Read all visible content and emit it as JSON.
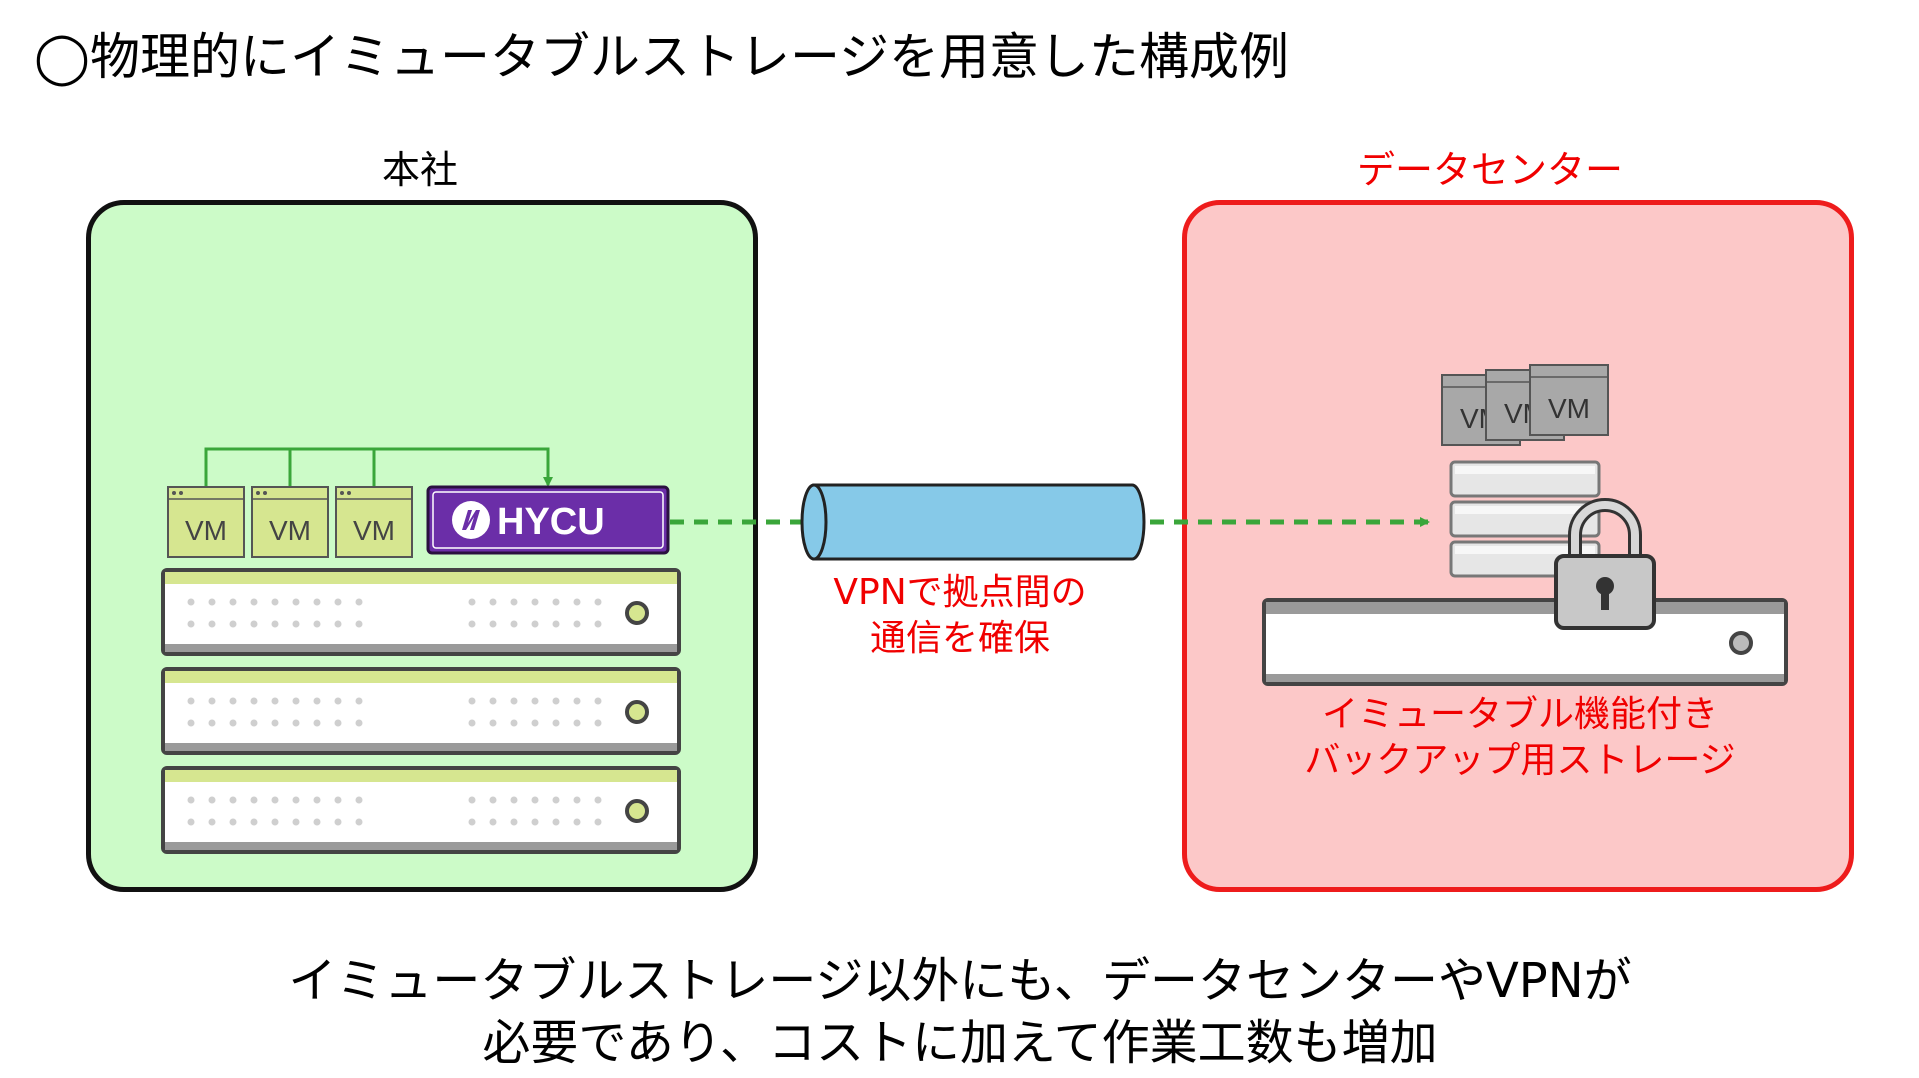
{
  "title": "◯物理的にイミュータブルストレージを用意した構成例",
  "hq": {
    "label": "本社",
    "vm_labels": [
      "VM",
      "VM",
      "VM"
    ],
    "hycu_logo_text": "HYCU"
  },
  "datacenter": {
    "label": "データセンター",
    "vm_labels": [
      "VM",
      "VM",
      "VM"
    ],
    "storage_caption_line1": "イミュータブル機能付き",
    "storage_caption_line2": "バックアップ用ストレージ"
  },
  "vpn": {
    "caption_line1": "VPNで拠点間の",
    "caption_line2": "通信を確保"
  },
  "footer": {
    "line1": "イミュータブルストレージ以外にも、データセンターやVPNが",
    "line2": "必要であり、コストに加えて作業工数も増加"
  },
  "colors": {
    "hq_fill": "#ccfbc8",
    "dc_fill": "#fcc8c8",
    "dc_border": "#ee1c1c",
    "accent_red": "#f00000",
    "link_green": "#3aa63a",
    "vm_fill": "#d6e690",
    "hycu_purple": "#6b2ea8",
    "tunnel_blue": "#86c9e8"
  }
}
